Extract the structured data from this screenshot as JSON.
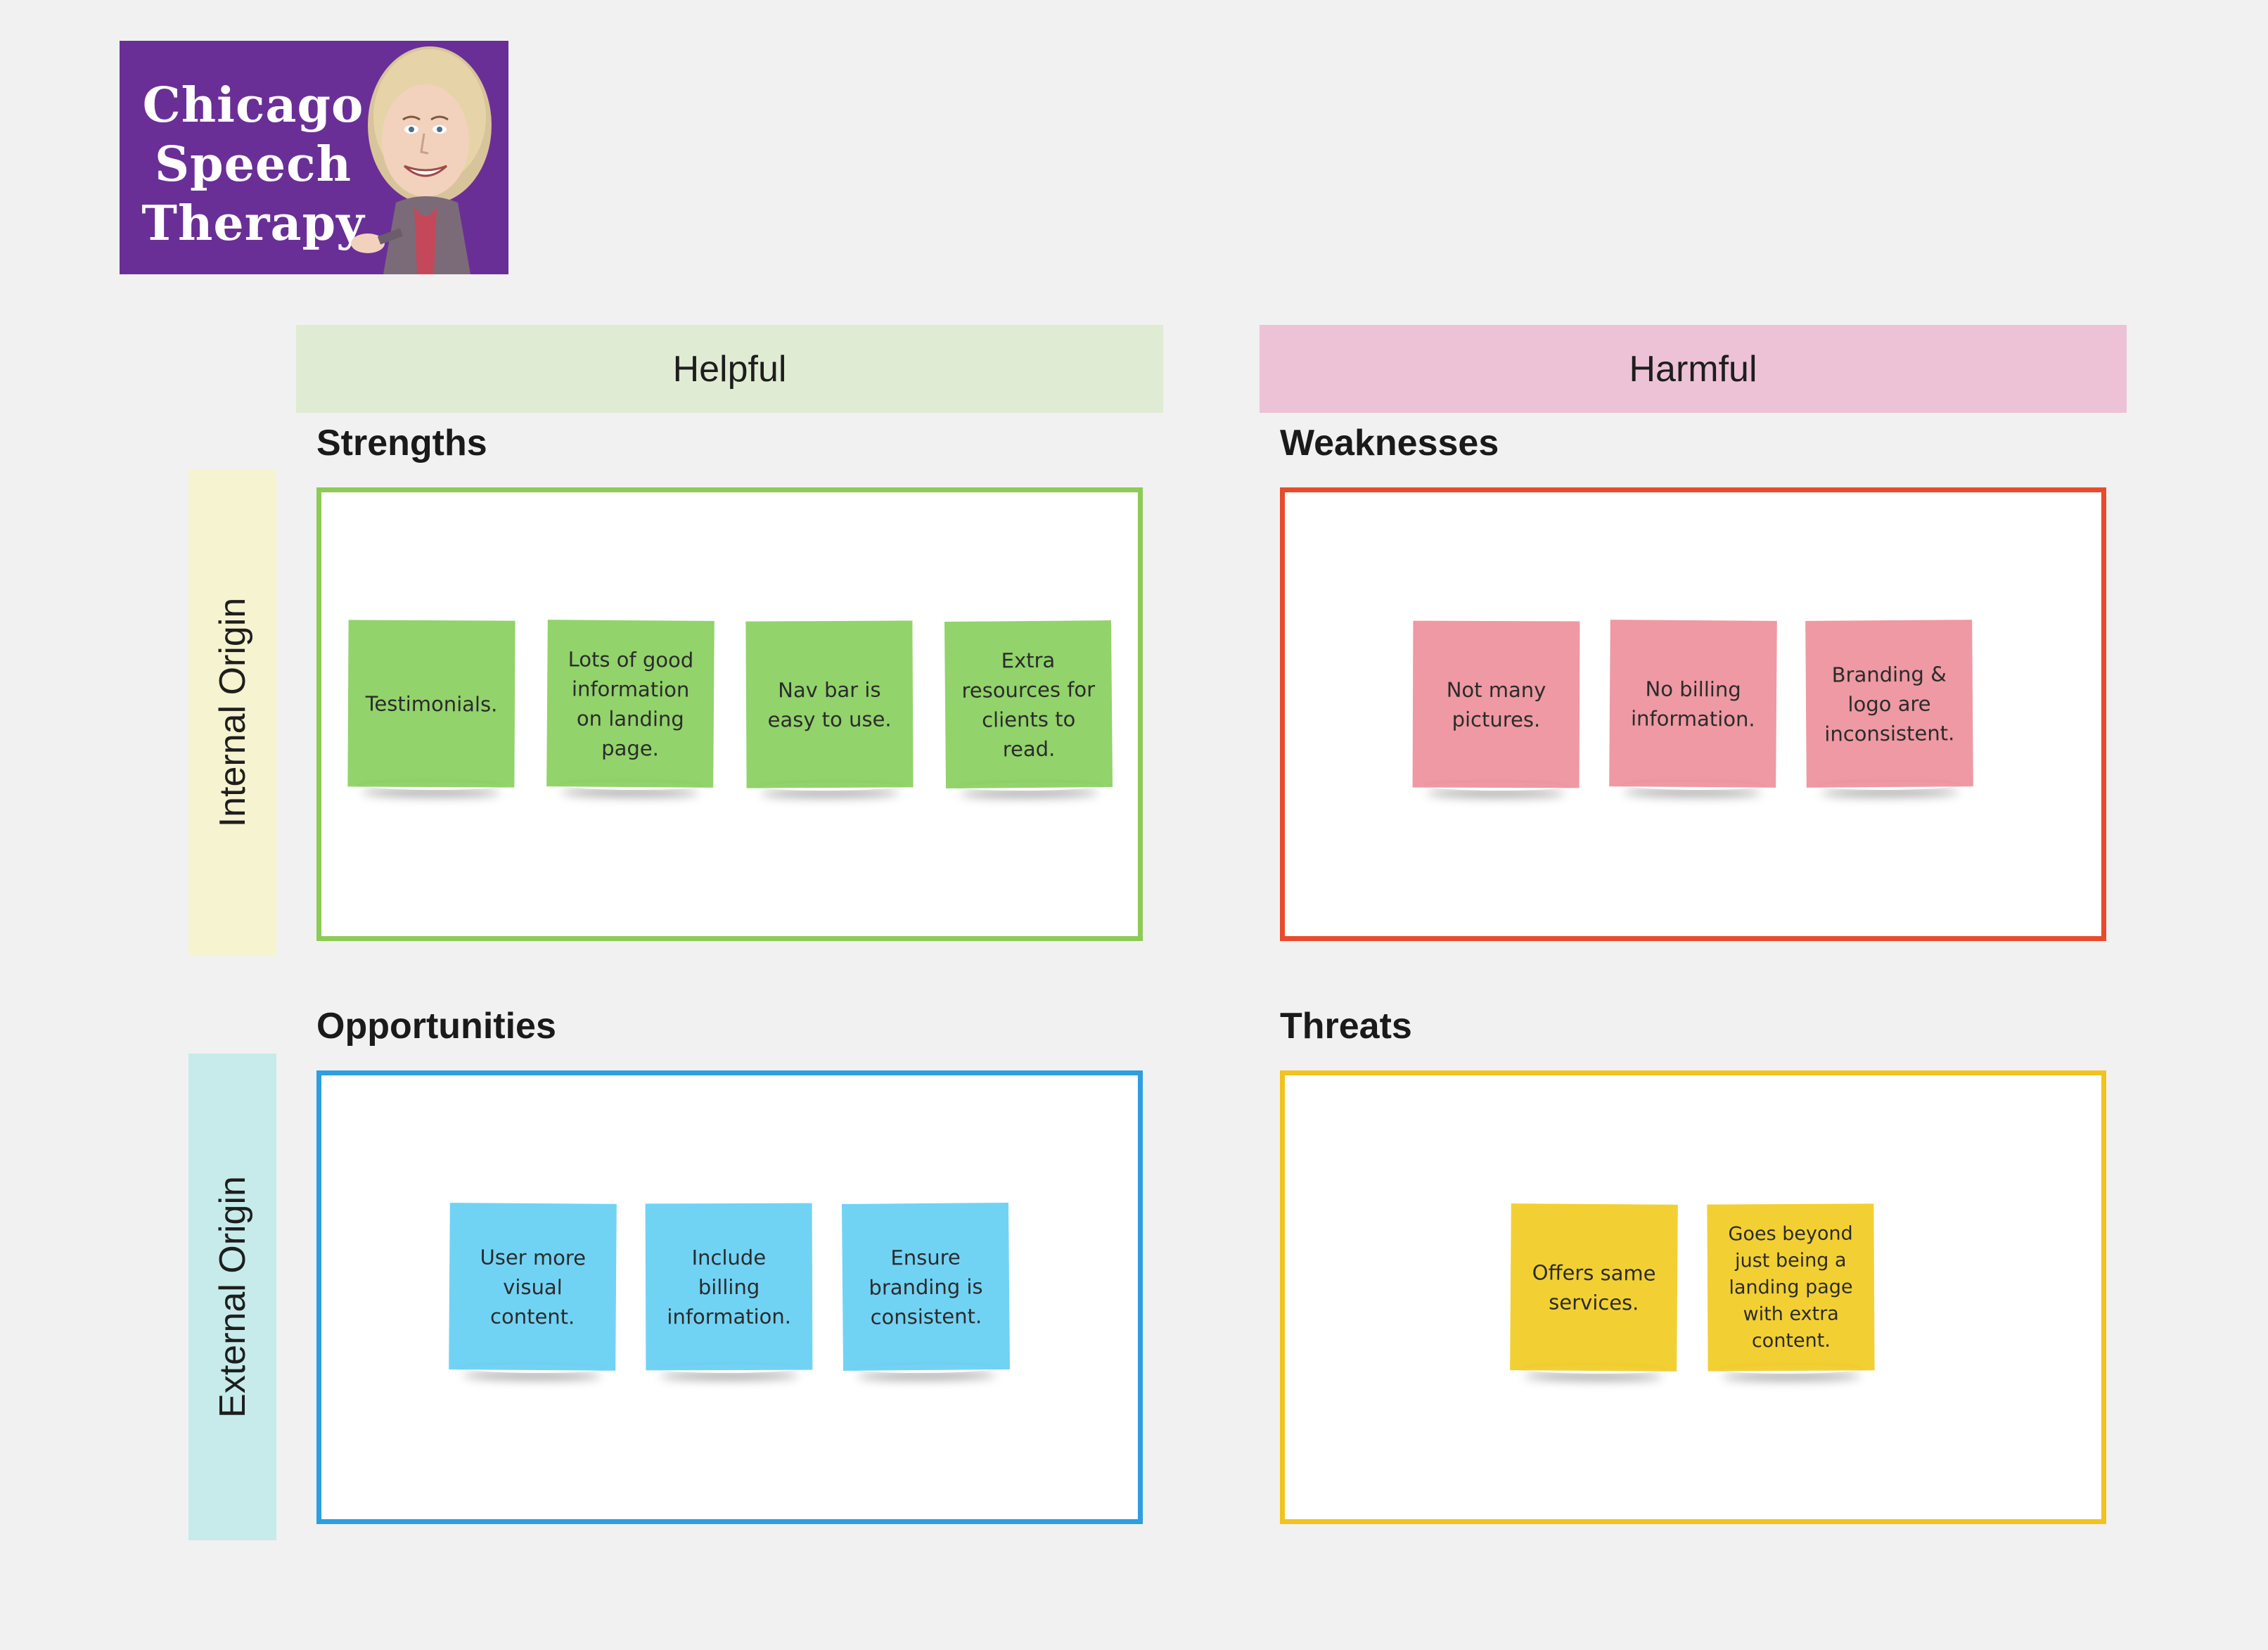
{
  "logo": {
    "lines": [
      "Chicago",
      "Speech",
      "Therapy"
    ],
    "background": "#6a2f96"
  },
  "columns": {
    "helpful": "Helpful",
    "harmful": "Harmful"
  },
  "rows": {
    "internal": "Internal Origin",
    "external": "External Origin"
  },
  "quadrants": {
    "strengths": {
      "title": "Strengths",
      "border_color": "#8ccb55",
      "note_color": "#92d36b",
      "notes": [
        "Testimonials.",
        "Lots of good information on landing page.",
        "Nav bar is easy to use.",
        "Extra resources for clients to read."
      ]
    },
    "weaknesses": {
      "title": "Weaknesses",
      "border_color": "#e84b2c",
      "note_color": "#ee99a3",
      "notes": [
        "Not many pictures.",
        "No billing information.",
        "Branding & logo are inconsistent."
      ]
    },
    "opportunities": {
      "title": "Opportunities",
      "border_color": "#2d9ee0",
      "note_color": "#71d3f4",
      "notes": [
        "User more visual content.",
        "Include billing information.",
        "Ensure branding is consistent."
      ]
    },
    "threats": {
      "title": "Threats",
      "border_color": "#f2c31f",
      "note_color": "#f2d033",
      "notes": [
        "Offers same services.",
        "Goes beyond just being a landing page with extra content."
      ]
    }
  }
}
